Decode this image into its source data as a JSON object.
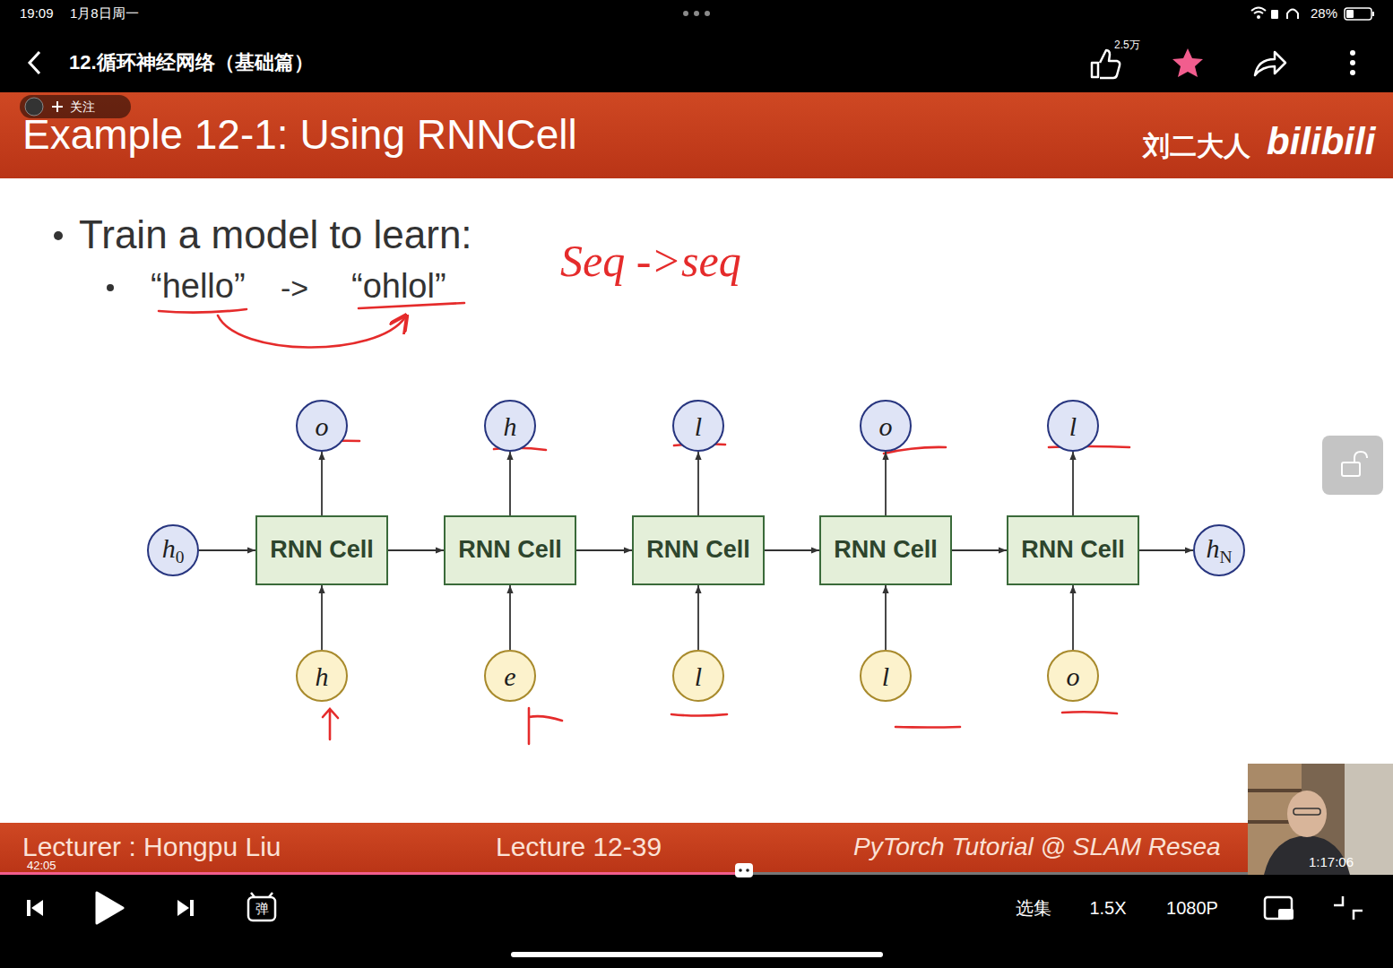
{
  "diagram": {
    "title": "Example 12-1: Using RNNCell",
    "nodes": [
      {
        "text": [
          "o"
        ]
      },
      {
        "text": [
          "h"
        ]
      },
      {
        "text": [
          "l"
        ]
      },
      {
        "text": [
          "o"
        ]
      },
      {
        "text": [
          "l"
        ]
      },
      {
        "text": [
          "h0"
        ]
      },
      {
        "text": [
          "RNN Cell"
        ]
      },
      {
        "text": [
          "RNN Cell"
        ]
      },
      {
        "text": [
          "RNN Cell"
        ]
      },
      {
        "text": [
          "RNN Cell"
        ]
      },
      {
        "text": [
          "RNN Cell"
        ]
      },
      {
        "text": [
          "hN"
        ]
      },
      {
        "text": [
          "h"
        ]
      },
      {
        "text": [
          "e"
        ]
      },
      {
        "text": [
          "l"
        ]
      },
      {
        "text": [
          "l"
        ]
      },
      {
        "text": [
          "o"
        ]
      }
    ],
    "edges": [
      {
        "from": 5,
        "to": 6,
        "arrow": "to"
      },
      {
        "from": 6,
        "to": 7,
        "arrow": "to"
      },
      {
        "from": 7,
        "to": 8,
        "arrow": "to"
      },
      {
        "from": 8,
        "to": 9,
        "arrow": "to"
      },
      {
        "from": 9,
        "to": 10,
        "arrow": "to"
      },
      {
        "from": 10,
        "to": 11,
        "arrow": "to"
      },
      {
        "from": 12,
        "to": 6,
        "arrow": "to"
      },
      {
        "from": 13,
        "to": 7,
        "arrow": "to"
      },
      {
        "from": 14,
        "to": 8,
        "arrow": "to"
      },
      {
        "from": 15,
        "to": 9,
        "arrow": "to"
      },
      {
        "from": 16,
        "to": 10,
        "arrow": "to"
      },
      {
        "from": 6,
        "to": 0,
        "arrow": "to"
      },
      {
        "from": 7,
        "to": 1,
        "arrow": "to"
      },
      {
        "from": 8,
        "to": 2,
        "arrow": "to"
      },
      {
        "from": 9,
        "to": 3,
        "arrow": "to"
      },
      {
        "from": 10,
        "to": 4,
        "arrow": "to"
      }
    ],
    "labels": [
      "19:09",
      "1月8日周一",
      "28%",
      "12.循环神经网络（基础篇）",
      "2.5万",
      "关注",
      "刘二大人",
      "bilibili",
      "Train a model to learn:",
      "“hello”",
      "->",
      "“ohlol”",
      "Seq ->seq",
      "Lecturer : Hongpu Liu",
      "Lecture 12-39",
      "PyTorch Tutorial @ SLAM Resea",
      "42:05",
      "1:17:06",
      "弹",
      "选集",
      "1.5X",
      "1080P"
    ]
  }
}
